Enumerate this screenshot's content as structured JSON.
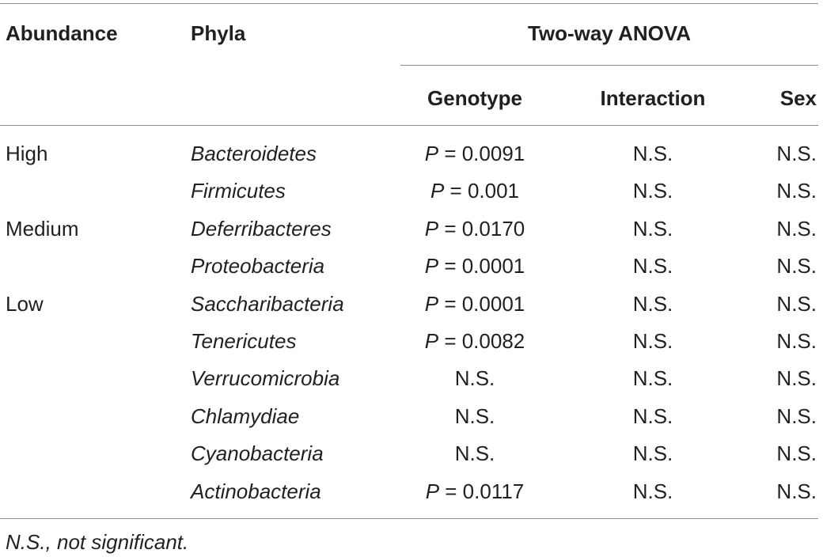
{
  "table": {
    "headers": {
      "abundance": "Abundance",
      "phyla": "Phyla",
      "anova": "Two-way ANOVA",
      "genotype": "Genotype",
      "interaction": "Interaction",
      "sex": "Sex"
    },
    "rows": [
      {
        "abundance": "High",
        "phylum": "Bacteroidetes",
        "genotype_p": "P",
        "genotype_val": " = 0.0091",
        "interaction": "N.S.",
        "sex": "N.S."
      },
      {
        "abundance": "",
        "phylum": "Firmicutes",
        "genotype_p": "P",
        "genotype_val": " = 0.001",
        "interaction": "N.S.",
        "sex": "N.S."
      },
      {
        "abundance": "Medium",
        "phylum": "Deferribacteres",
        "genotype_p": "P",
        "genotype_val": " = 0.0170",
        "interaction": "N.S.",
        "sex": "N.S."
      },
      {
        "abundance": "",
        "phylum": "Proteobacteria",
        "genotype_p": "P",
        "genotype_val": " = 0.0001",
        "interaction": "N.S.",
        "sex": "N.S."
      },
      {
        "abundance": "Low",
        "phylum": "Saccharibacteria",
        "genotype_p": "P",
        "genotype_val": " = 0.0001",
        "interaction": "N.S.",
        "sex": "N.S."
      },
      {
        "abundance": "",
        "phylum": "Tenericutes",
        "genotype_p": "P",
        "genotype_val": " = 0.0082",
        "interaction": "N.S.",
        "sex": "N.S."
      },
      {
        "abundance": "",
        "phylum": "Verrucomicrobia",
        "genotype_p": "",
        "genotype_val": "N.S.",
        "interaction": "N.S.",
        "sex": "N.S."
      },
      {
        "abundance": "",
        "phylum": "Chlamydiae",
        "genotype_p": "",
        "genotype_val": "N.S.",
        "interaction": "N.S.",
        "sex": "N.S."
      },
      {
        "abundance": "",
        "phylum": "Cyanobacteria",
        "genotype_p": "",
        "genotype_val": "N.S.",
        "interaction": "N.S.",
        "sex": "N.S."
      },
      {
        "abundance": "",
        "phylum": "Actinobacteria",
        "genotype_p": "P",
        "genotype_val": " = 0.0117",
        "interaction": "N.S.",
        "sex": "N.S."
      }
    ]
  },
  "footnote": "N.S., not significant."
}
